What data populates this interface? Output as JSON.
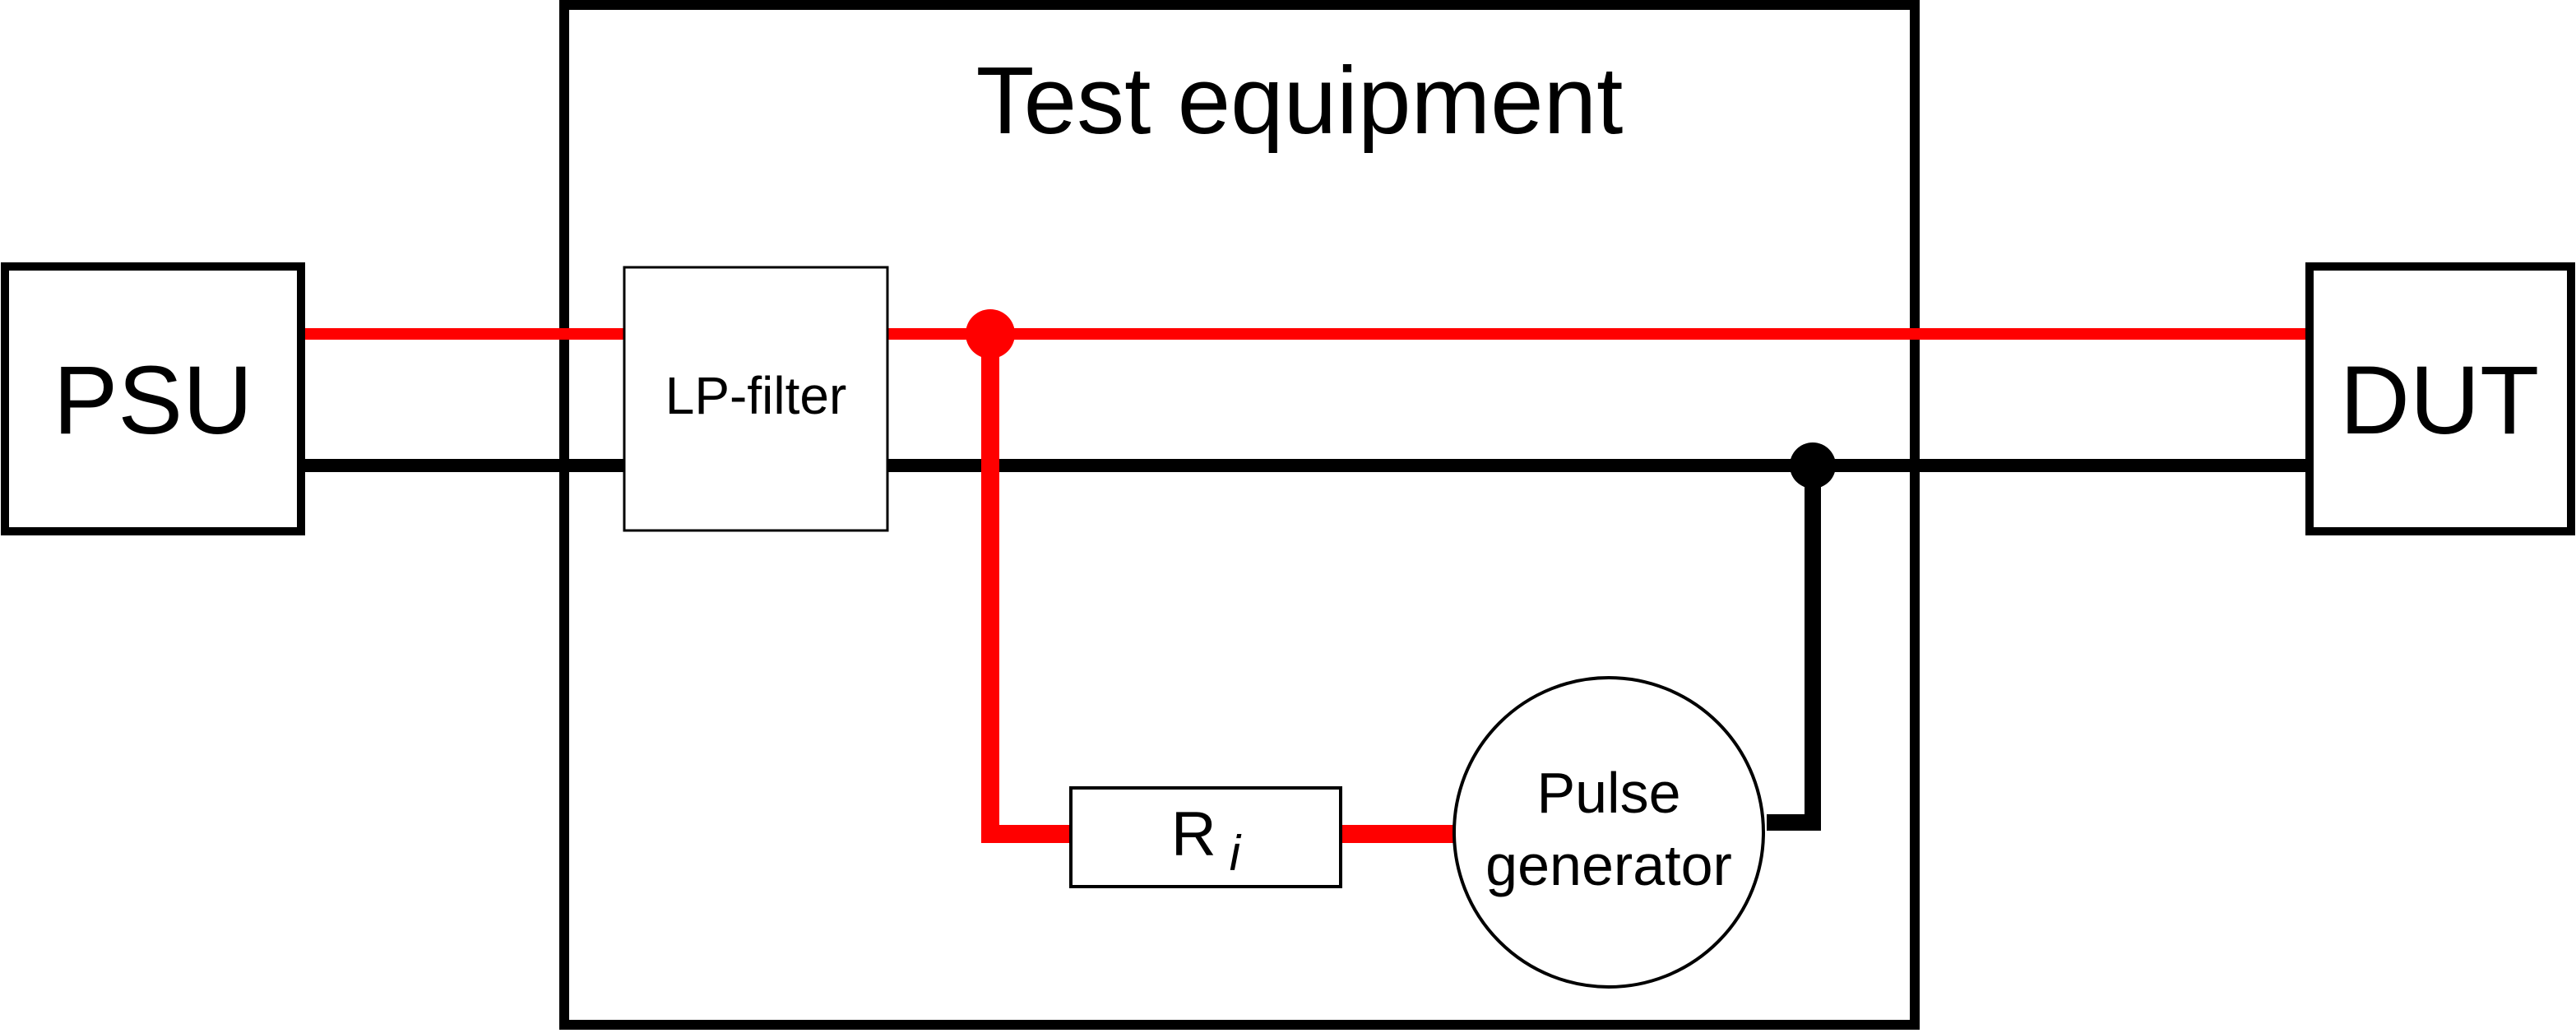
{
  "diagram": {
    "title": "Test equipment",
    "colors": {
      "positive_line": "#ff0000",
      "ground_line": "#000000",
      "box_border": "#000000",
      "background": "#ffffff"
    },
    "blocks": {
      "psu": {
        "label": "PSU"
      },
      "dut": {
        "label": "DUT"
      },
      "test_equipment": {
        "label": "Test equipment"
      },
      "lp_filter": {
        "label": "LP-filter"
      },
      "resistor": {
        "label_main": "R",
        "label_sub": "i"
      },
      "pulse_generator": {
        "label_line1": "Pulse",
        "label_line2": "generator"
      }
    },
    "connections": [
      {
        "from": "PSU",
        "to": "LP-filter",
        "type": "positive"
      },
      {
        "from": "PSU",
        "to": "LP-filter",
        "type": "ground"
      },
      {
        "from": "LP-filter",
        "to": "DUT",
        "type": "positive"
      },
      {
        "from": "LP-filter",
        "to": "DUT",
        "type": "ground"
      },
      {
        "from": "positive-node",
        "to": "Ri",
        "type": "positive"
      },
      {
        "from": "Ri",
        "to": "Pulse generator",
        "type": "positive"
      },
      {
        "from": "Pulse generator",
        "to": "ground-node",
        "type": "ground"
      }
    ]
  }
}
